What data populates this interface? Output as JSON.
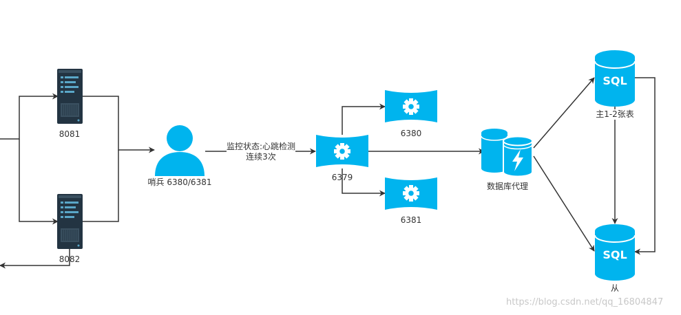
{
  "labels": {
    "server_top": "8081",
    "server_bottom": "8082",
    "sentinel": "哨兵 6380/6381",
    "edge_monitor_line1": "监控状态:心跳检测",
    "edge_monitor_line2": "连续3次",
    "redis_master": "6379",
    "redis_slave_top": "6380",
    "redis_slave_bottom": "6381",
    "db_proxy": "数据库代理",
    "sql_master": "主1-2张表",
    "sql_slave": "从"
  },
  "sql_icon_text": "SQL",
  "watermark": "https://blog.csdn.net/qq_16804847",
  "icons": {
    "server": "server-rack-icon",
    "user": "user-icon",
    "gear": "gear-icon",
    "database_proxy": "database-lightning-icon",
    "sql": "sql-database-icon"
  },
  "colors": {
    "accent": "#00B4EE",
    "server_dark": "#233442",
    "line": "#333333",
    "text": "#333333",
    "watermark": "#c8c8c8"
  }
}
